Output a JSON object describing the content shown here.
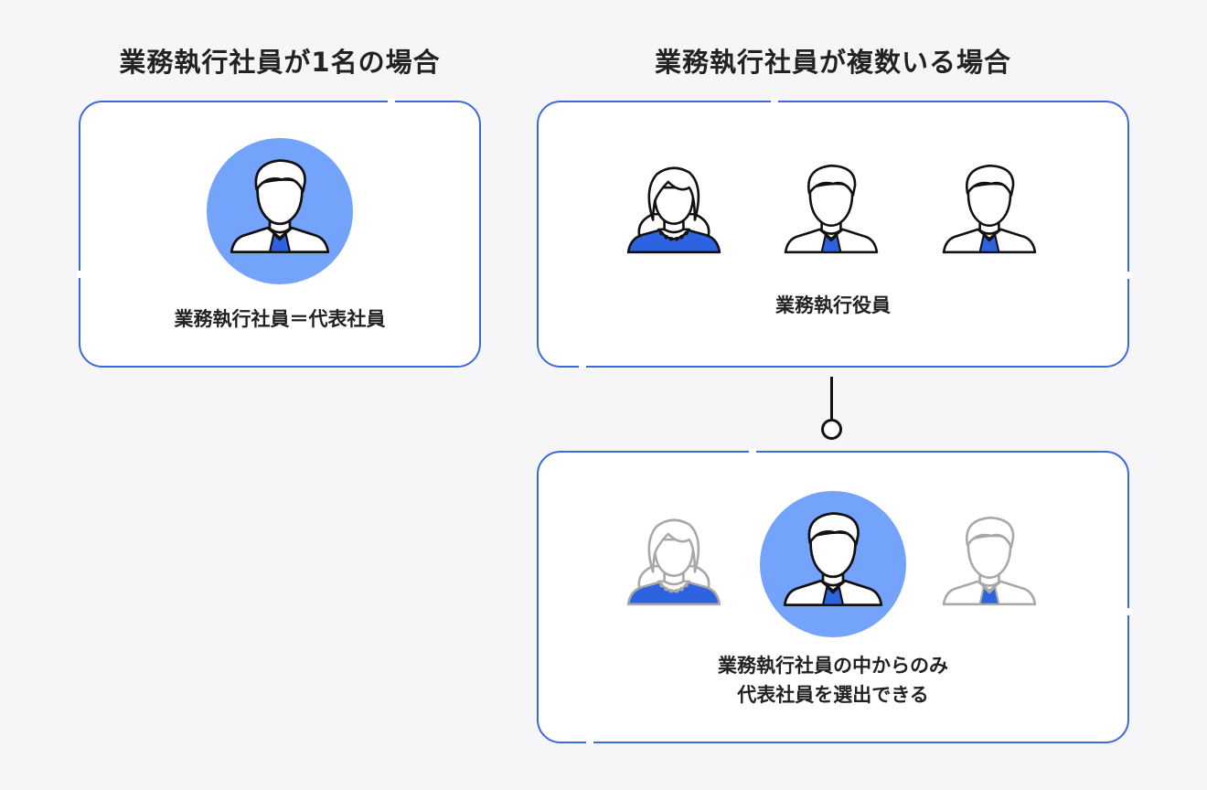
{
  "headings": {
    "single": "業務執行社員が1名の場合",
    "multiple": "業務執行社員が複数いる場合"
  },
  "captions": {
    "single": "業務執行社員＝代表社員",
    "multiple": "業務執行役員",
    "select_line1": "業務執行社員の中からのみ",
    "select_line2": "代表社員を選出できる"
  },
  "icons": {
    "person_male": "man-silhouette-icon",
    "person_female": "woman-silhouette-icon"
  },
  "colors": {
    "border": "#3a6ad9",
    "highlight_circle": "#74a3fb",
    "accent": "#2d62e0",
    "outline": "#111111",
    "faded_outline": "#a8a8a8",
    "background": "#f6f5f7"
  }
}
